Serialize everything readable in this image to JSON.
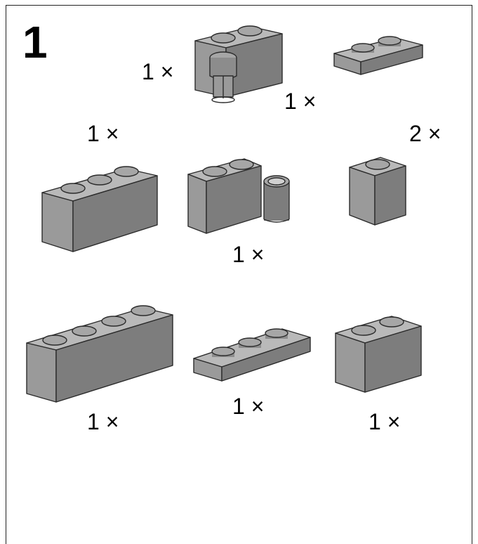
{
  "step_number": "1",
  "parts": [
    {
      "id": "brick-1x2-pin",
      "quantity": "1 ×"
    },
    {
      "id": "plate-1x2",
      "quantity": "1 ×"
    },
    {
      "id": "brick-1x3",
      "quantity": "1 ×"
    },
    {
      "id": "brick-1x2-hinge",
      "quantity": "1 ×"
    },
    {
      "id": "brick-1x1",
      "quantity": "2 ×"
    },
    {
      "id": "brick-1x4",
      "quantity": "1 ×"
    },
    {
      "id": "plate-1x3",
      "quantity": "1 ×"
    },
    {
      "id": "brick-1x2",
      "quantity": "1 ×"
    }
  ],
  "colors": {
    "brick_top": "#b9b9b9",
    "brick_front": "#9a9a9a",
    "brick_side": "#7d7d7d"
  }
}
